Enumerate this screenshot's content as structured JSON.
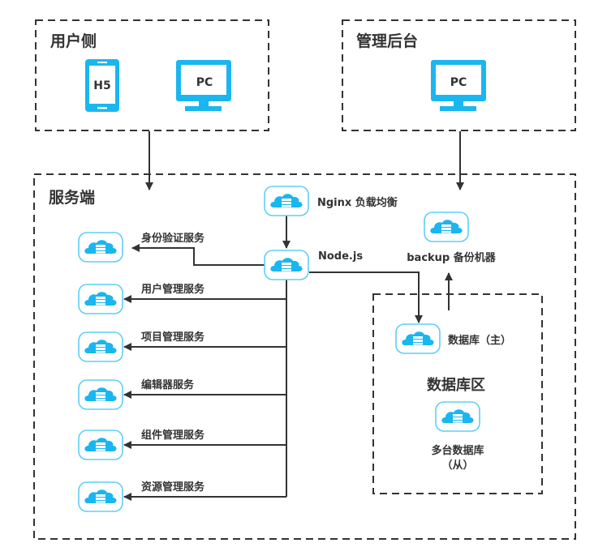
{
  "colors": {
    "accent": "#1ab6f0",
    "icon_border": "#5fcff5",
    "line": "#333333",
    "text": "#333333",
    "zone_border": "#333333"
  },
  "zones": {
    "user_side": {
      "title": "用户侧",
      "devices": [
        {
          "icon": "mobile-phone-icon",
          "label": "H5"
        },
        {
          "icon": "monitor-icon",
          "label": "PC"
        }
      ]
    },
    "admin": {
      "title": "管理后台",
      "devices": [
        {
          "icon": "monitor-icon",
          "label": "PC"
        }
      ]
    },
    "server": {
      "title": "服务端"
    },
    "database_zone": {
      "title": "数据库区"
    }
  },
  "nodes": {
    "nginx": {
      "icon": "cloud-server-icon",
      "label": "Nginx 负载均衡"
    },
    "nodejs": {
      "icon": "cloud-server-icon",
      "label": "Node.js"
    },
    "backup": {
      "icon": "cloud-server-icon",
      "label": "backup 备份机器"
    },
    "db_master": {
      "icon": "cloud-server-icon",
      "label": "数据库（主）"
    },
    "db_slaves": {
      "icon": "cloud-server-icon",
      "label_line1": "多台数据库",
      "label_line2": "（从）"
    }
  },
  "services": [
    {
      "icon": "cloud-server-icon",
      "label": "身份验证服务"
    },
    {
      "icon": "cloud-server-icon",
      "label": "用户管理服务"
    },
    {
      "icon": "cloud-server-icon",
      "label": "项目管理服务"
    },
    {
      "icon": "cloud-server-icon",
      "label": "编辑器服务"
    },
    {
      "icon": "cloud-server-icon",
      "label": "组件管理服务"
    },
    {
      "icon": "cloud-server-icon",
      "label": "资源管理服务"
    }
  ],
  "edges": [
    {
      "from": "user_side",
      "to": "server"
    },
    {
      "from": "admin",
      "to": "backup"
    },
    {
      "from": "nginx",
      "to": "nodejs"
    },
    {
      "from": "nodejs",
      "to": "身份验证服务"
    },
    {
      "from": "nodejs",
      "to": "用户管理服务"
    },
    {
      "from": "nodejs",
      "to": "项目管理服务"
    },
    {
      "from": "nodejs",
      "to": "编辑器服务"
    },
    {
      "from": "nodejs",
      "to": "组件管理服务"
    },
    {
      "from": "nodejs",
      "to": "资源管理服务"
    },
    {
      "from": "nodejs",
      "to": "db_master"
    },
    {
      "from": "database_zone",
      "to": "backup"
    }
  ]
}
